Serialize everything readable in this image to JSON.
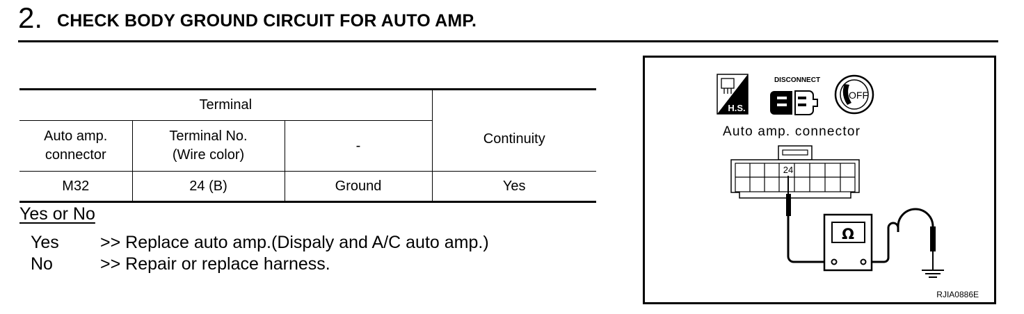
{
  "step": {
    "number": "2.",
    "title": "CHECK BODY GROUND CIRCUIT FOR AUTO AMP."
  },
  "table": {
    "group_header": "Terminal",
    "continuity_header": "Continuity",
    "sub_headers": {
      "connector": "Auto amp.\nconnector",
      "terminal_no": "Terminal No.\n(Wire color)",
      "dash": "-"
    },
    "row": {
      "connector": "M32",
      "terminal": "24 (B)",
      "to": "Ground",
      "continuity": "Yes"
    }
  },
  "decision": {
    "title": "Yes or No",
    "yes_key": "Yes",
    "yes_text": ">> Replace auto amp.(Dispaly and A/C auto amp.)",
    "no_key": "No",
    "no_text": ">> Repair or replace harness."
  },
  "figure": {
    "icons": [
      "harness-side-icon",
      "disconnect-icon",
      "ignition-off-icon"
    ],
    "hs_label": "H.S.",
    "disconnect_label": "DISCONNECT",
    "ignition_label": "OFF",
    "connector_label": "Auto amp. connector",
    "pin_label": "24",
    "meter_symbol": "Ω",
    "ref_code": "RJIA0886E"
  }
}
